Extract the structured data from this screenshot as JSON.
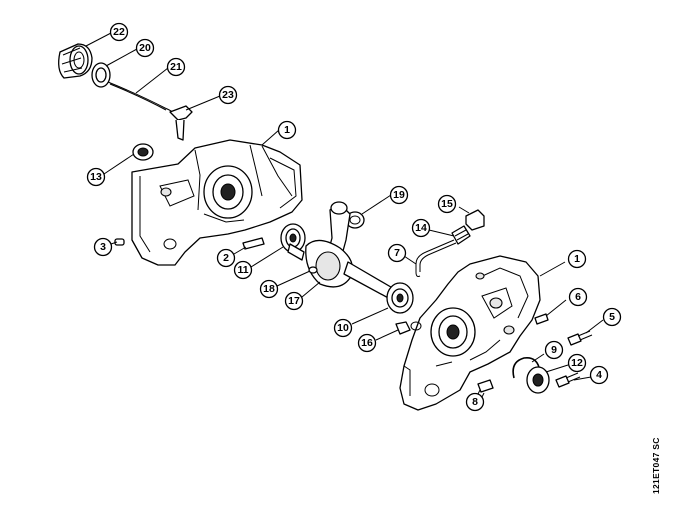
{
  "drawing_code": "121ET047 SC",
  "callouts": [
    {
      "id": "c1a",
      "label": "1"
    },
    {
      "id": "c1b",
      "label": "1"
    },
    {
      "id": "c2",
      "label": "2"
    },
    {
      "id": "c3",
      "label": "3"
    },
    {
      "id": "c4",
      "label": "4"
    },
    {
      "id": "c5",
      "label": "5"
    },
    {
      "id": "c6",
      "label": "6"
    },
    {
      "id": "c7",
      "label": "7"
    },
    {
      "id": "c8",
      "label": "8"
    },
    {
      "id": "c9",
      "label": "9"
    },
    {
      "id": "c10",
      "label": "10"
    },
    {
      "id": "c11",
      "label": "11"
    },
    {
      "id": "c12",
      "label": "12"
    },
    {
      "id": "c13",
      "label": "13"
    },
    {
      "id": "c14",
      "label": "14"
    },
    {
      "id": "c15",
      "label": "15"
    },
    {
      "id": "c16",
      "label": "16"
    },
    {
      "id": "c17",
      "label": "17"
    },
    {
      "id": "c18",
      "label": "18"
    },
    {
      "id": "c19",
      "label": "19"
    },
    {
      "id": "c20",
      "label": "20"
    },
    {
      "id": "c21",
      "label": "21"
    },
    {
      "id": "c22",
      "label": "22"
    },
    {
      "id": "c23",
      "label": "23"
    }
  ]
}
